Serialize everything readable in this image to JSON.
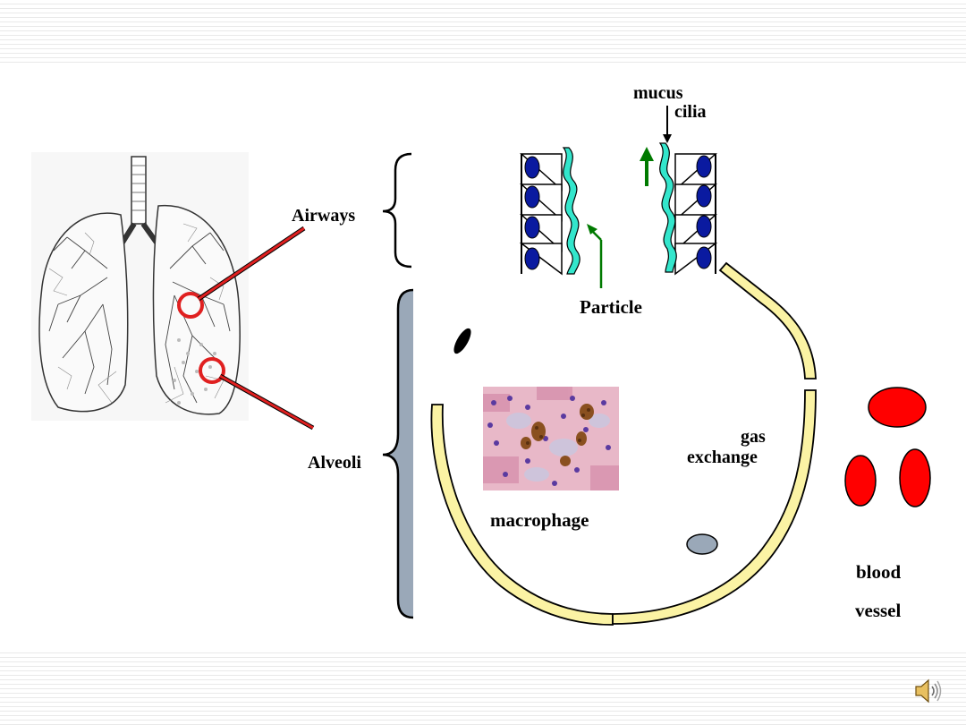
{
  "labels": {
    "mucus": "mucus",
    "cilia": "cilia",
    "airways": "Airways",
    "particle": "Particle",
    "alveoli": "Alveoli",
    "gas": "gas",
    "exchange": "exchange",
    "macrophage": "macrophage",
    "blood": "blood",
    "vessel": "vessel"
  },
  "icons": {
    "lungs": "lungs-illustration",
    "macrophage_micrograph": "macrophage-micrograph",
    "speaker": "speaker-icon"
  },
  "colors": {
    "mucus": "#33e6cc",
    "cell_nucleus": "#0a1aa0",
    "alveolar_wall": "#fbf3a4",
    "red_blood_cell": "#ff0000",
    "arrow_green": "#007a00",
    "pointer_line": "#e02020",
    "bracket_fill": "#9aa8b8"
  }
}
